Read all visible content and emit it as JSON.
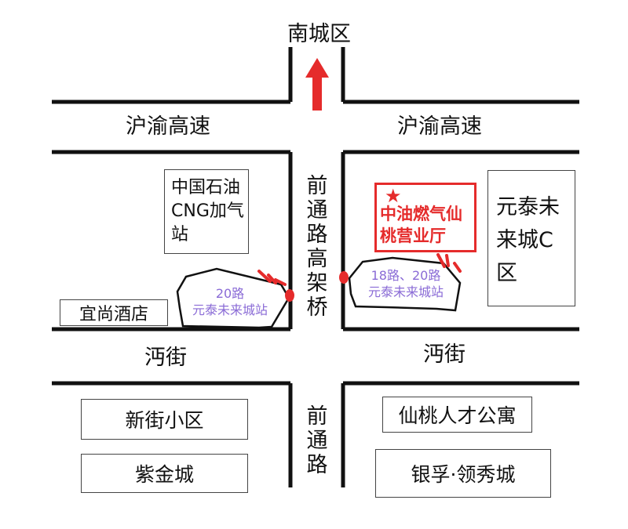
{
  "map": {
    "north_label": "南城区",
    "roads": {
      "huyu_left": "沪渝高速",
      "huyu_right": "沪渝高速",
      "qiantong_overpass": "前通路高架桥",
      "qiantong_road": "前通路",
      "wu_left": "沔街",
      "wu_right": "沔街"
    },
    "places": {
      "cnpc_cng_station": "中国石油CNG加气站",
      "yishang_hotel": "宜尚酒店",
      "xinjie_community": "新街小区",
      "zijin_city": "紫金城",
      "xiantao_talent_apartment": "仙桃人才公寓",
      "yinfu_lingxiu_city": "银孚·领秀城",
      "yuantai_future_city_c": "元泰未来城C区"
    },
    "office": {
      "name": "中油燃气仙桃营业厅",
      "color": "#e52b2b"
    },
    "bus_stops": [
      {
        "routes": "20路",
        "stop_name": "元泰未来城站"
      },
      {
        "routes": "18路、20路",
        "stop_name": "元泰未来城站"
      }
    ],
    "colors": {
      "road_line": "#111111",
      "arrow": "#e52b2b",
      "stop_text": "#8a6bd6",
      "stop_marker": "#e52b2b"
    },
    "icons": [
      "north-arrow-icon",
      "star-icon",
      "bus-stop-icon"
    ]
  }
}
